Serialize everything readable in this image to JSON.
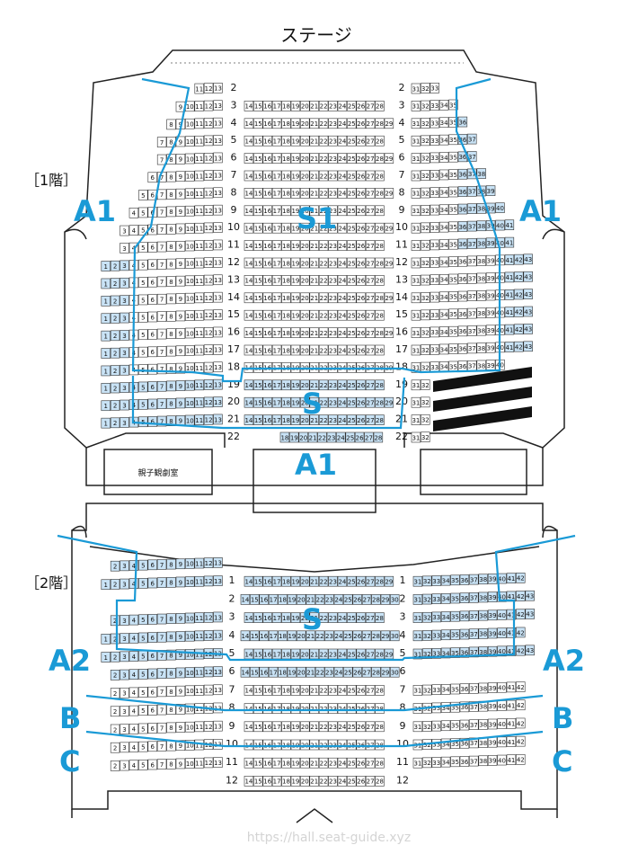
{
  "stage_label": "ステージ",
  "lounge_label": "親子観劇室",
  "watermark": "https://hall.seat-guide.xyz",
  "colors": {
    "zone_S": "#c9e3f6",
    "zone_A": "#ffffff",
    "zone_line": "#1a9ad6",
    "zone_text": "#1a9ad6",
    "seat_stroke": "#333333",
    "wall": "#222222",
    "blocked": "#111111"
  },
  "floor1": {
    "label": "［1階］",
    "zone_labels": {
      "a1_left": "A1",
      "a1_right": "A1",
      "s1": "S1",
      "s": "S",
      "a1_bottom": "A1"
    },
    "rows": [
      {
        "row": "2",
        "left": [
          11,
          13
        ],
        "center": null,
        "right": [
          31,
          33
        ]
      },
      {
        "row": "3",
        "left": [
          9,
          13
        ],
        "center": [
          14,
          28
        ],
        "right": [
          31,
          35
        ]
      },
      {
        "row": "4",
        "left": [
          8,
          13
        ],
        "center": [
          14,
          29
        ],
        "right": [
          31,
          36
        ]
      },
      {
        "row": "5",
        "left": [
          7,
          13
        ],
        "center": [
          14,
          28
        ],
        "right": [
          31,
          37
        ]
      },
      {
        "row": "6",
        "left": [
          7,
          13
        ],
        "center": [
          14,
          29
        ],
        "right": [
          31,
          37
        ]
      },
      {
        "row": "7",
        "left": [
          6,
          13
        ],
        "center": [
          14,
          28
        ],
        "right": [
          31,
          38
        ]
      },
      {
        "row": "8",
        "left": [
          5,
          13
        ],
        "center": [
          14,
          29
        ],
        "right": [
          31,
          39
        ]
      },
      {
        "row": "9",
        "left": [
          4,
          13
        ],
        "center": [
          14,
          28
        ],
        "right": [
          31,
          40
        ]
      },
      {
        "row": "10",
        "left": [
          3,
          13
        ],
        "center": [
          14,
          29
        ],
        "right": [
          31,
          41
        ]
      },
      {
        "row": "11",
        "left": [
          3,
          13
        ],
        "center": [
          14,
          28
        ],
        "right": [
          31,
          41
        ]
      },
      {
        "row": "12",
        "left": [
          1,
          13
        ],
        "center": [
          14,
          29
        ],
        "right": [
          31,
          43
        ]
      },
      {
        "row": "13",
        "left": [
          1,
          13
        ],
        "center": [
          14,
          28
        ],
        "right": [
          31,
          43
        ]
      },
      {
        "row": "14",
        "left": [
          1,
          13
        ],
        "center": [
          14,
          29
        ],
        "right": [
          31,
          43
        ]
      },
      {
        "row": "15",
        "left": [
          1,
          13
        ],
        "center": [
          14,
          28
        ],
        "right": [
          31,
          43
        ]
      },
      {
        "row": "16",
        "left": [
          1,
          13
        ],
        "center": [
          14,
          29
        ],
        "right": [
          31,
          43
        ]
      },
      {
        "row": "17",
        "left": [
          1,
          13
        ],
        "center": [
          14,
          28
        ],
        "right": [
          31,
          43
        ]
      },
      {
        "row": "18",
        "left": [
          1,
          13
        ],
        "center": [
          14,
          29
        ],
        "right": [
          31,
          40
        ]
      },
      {
        "row": "19",
        "left": [
          1,
          13
        ],
        "center": [
          14,
          28
        ],
        "right": [
          31,
          32
        ]
      },
      {
        "row": "20",
        "left": [
          1,
          13
        ],
        "center": [
          14,
          29
        ],
        "right": [
          31,
          32
        ]
      },
      {
        "row": "21",
        "left": [
          1,
          13
        ],
        "center": [
          14,
          28
        ],
        "right": [
          31,
          32
        ]
      },
      {
        "row": "22",
        "left": null,
        "center": [
          18,
          28
        ],
        "right": [
          31,
          32
        ]
      }
    ]
  },
  "floor2": {
    "label": "［2階］",
    "zone_labels": {
      "s": "S",
      "a2_left": "A2",
      "a2_right": "A2",
      "b_left": "B",
      "b_right": "B",
      "c_left": "C",
      "c_right": "C"
    },
    "rows": [
      {
        "row": "",
        "left": [
          2,
          13
        ],
        "center": null,
        "right": null
      },
      {
        "row": "1",
        "left": [
          1,
          13
        ],
        "center": [
          14,
          29
        ],
        "right": [
          31,
          42
        ]
      },
      {
        "row": "2",
        "left": null,
        "center": [
          14,
          30
        ],
        "right": [
          31,
          43
        ]
      },
      {
        "row": "3",
        "left": [
          2,
          13
        ],
        "center": [
          14,
          28
        ],
        "right": [
          31,
          43
        ]
      },
      {
        "row": "4",
        "left": [
          1,
          13
        ],
        "center": [
          14,
          30
        ],
        "right": [
          31,
          42
        ]
      },
      {
        "row": "5",
        "left": [
          1,
          13
        ],
        "center": [
          14,
          29
        ],
        "right": [
          31,
          43
        ]
      },
      {
        "row": "6",
        "left": [
          2,
          13
        ],
        "center": [
          14,
          30
        ],
        "right": null
      },
      {
        "row": "7",
        "left": [
          2,
          13
        ],
        "center": [
          14,
          28
        ],
        "right": [
          31,
          42
        ]
      },
      {
        "row": "8",
        "left": [
          2,
          13
        ],
        "center": [
          14,
          28
        ],
        "right": [
          31,
          42
        ]
      },
      {
        "row": "9",
        "left": [
          2,
          13
        ],
        "center": [
          14,
          28
        ],
        "right": [
          31,
          42
        ]
      },
      {
        "row": "10",
        "left": [
          2,
          13
        ],
        "center": [
          14,
          28
        ],
        "right": [
          31,
          42
        ]
      },
      {
        "row": "11",
        "left": [
          2,
          13
        ],
        "center": [
          14,
          28
        ],
        "right": [
          31,
          42
        ]
      },
      {
        "row": "12",
        "left": null,
        "center": [
          14,
          28
        ],
        "right": null
      }
    ]
  }
}
